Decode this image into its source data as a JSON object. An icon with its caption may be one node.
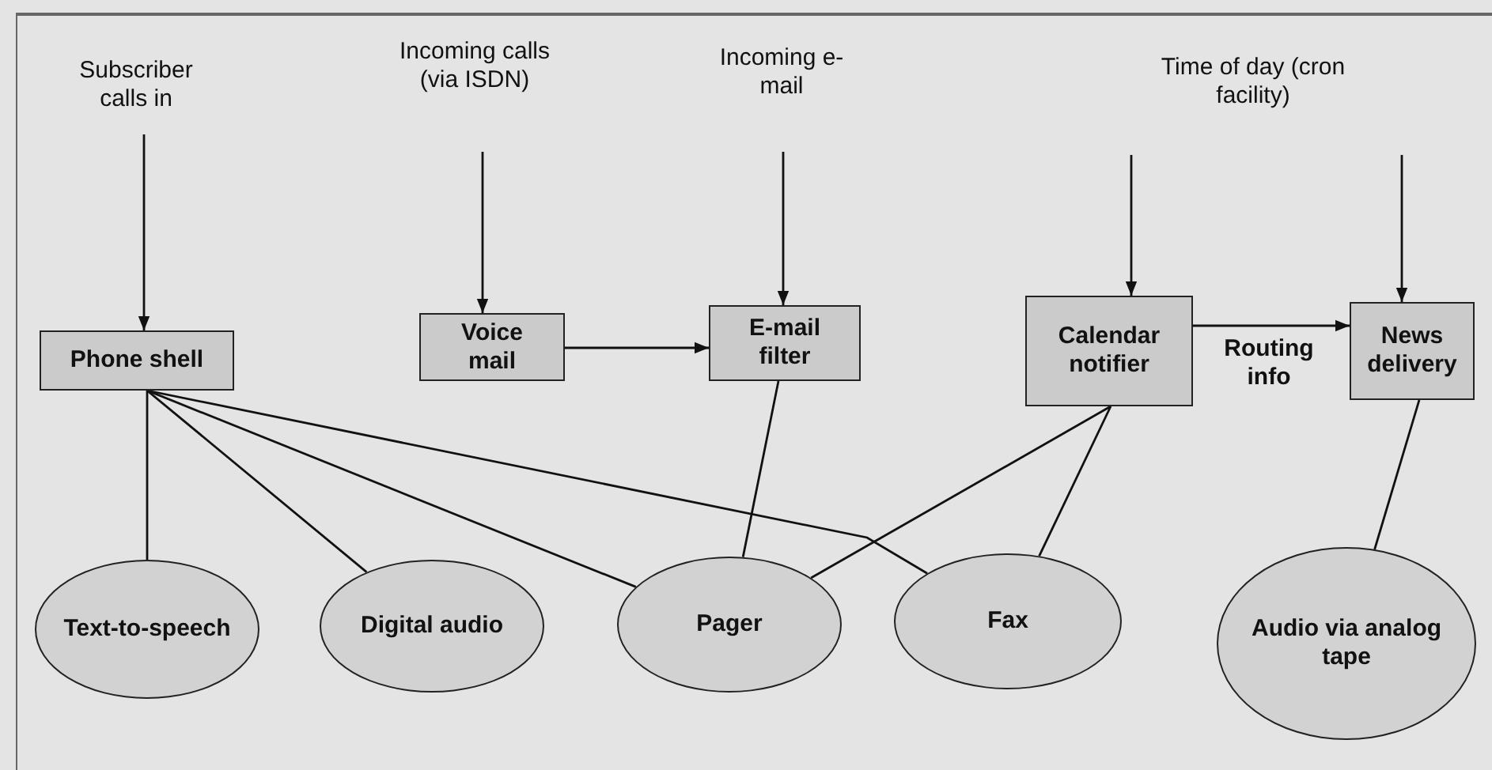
{
  "diagram": {
    "nodes": [
      {
        "text": [
          "Subscriber calls in"
        ]
      },
      {
        "text": [
          "Incoming calls (via ISDN)"
        ]
      },
      {
        "text": [
          "Incoming e-mail"
        ]
      },
      {
        "text": [
          "Time of day (cron facility)"
        ]
      },
      {
        "text": [
          "Phone shell"
        ]
      },
      {
        "text": [
          "Voice mail"
        ]
      },
      {
        "text": [
          "E-mail filter"
        ]
      },
      {
        "text": [
          "Calendar notifier"
        ]
      },
      {
        "text": [
          "News delivery"
        ]
      },
      {
        "text": [
          "Text-to-speech"
        ]
      },
      {
        "text": [
          "Digital audio"
        ]
      },
      {
        "text": [
          "Pager"
        ]
      },
      {
        "text": [
          "Fax"
        ]
      },
      {
        "text": [
          "Audio via analog tape"
        ]
      }
    ],
    "edges": [
      {
        "from": 0,
        "to": 4,
        "arrow": "to"
      },
      {
        "from": 1,
        "to": 5,
        "arrow": "to"
      },
      {
        "from": 2,
        "to": 6,
        "arrow": "to"
      },
      {
        "from": 3,
        "to": 7,
        "arrow": "to"
      },
      {
        "from": 3,
        "to": 8,
        "arrow": "to"
      },
      {
        "from": 5,
        "to": 6,
        "arrow": "to"
      },
      {
        "from": 7,
        "to": 8,
        "arrow": "to",
        "label": "Routing info"
      },
      {
        "from": 4,
        "to": 9,
        "arrow": "none"
      },
      {
        "from": 4,
        "to": 10,
        "arrow": "none"
      },
      {
        "from": 4,
        "to": 11,
        "arrow": "none"
      },
      {
        "from": 4,
        "to": 12,
        "arrow": "none"
      },
      {
        "from": 6,
        "to": 11,
        "arrow": "none"
      },
      {
        "from": 7,
        "to": 11,
        "arrow": "none"
      },
      {
        "from": 7,
        "to": 12,
        "arrow": "none"
      },
      {
        "from": 8,
        "to": 13,
        "arrow": "none"
      }
    ]
  }
}
